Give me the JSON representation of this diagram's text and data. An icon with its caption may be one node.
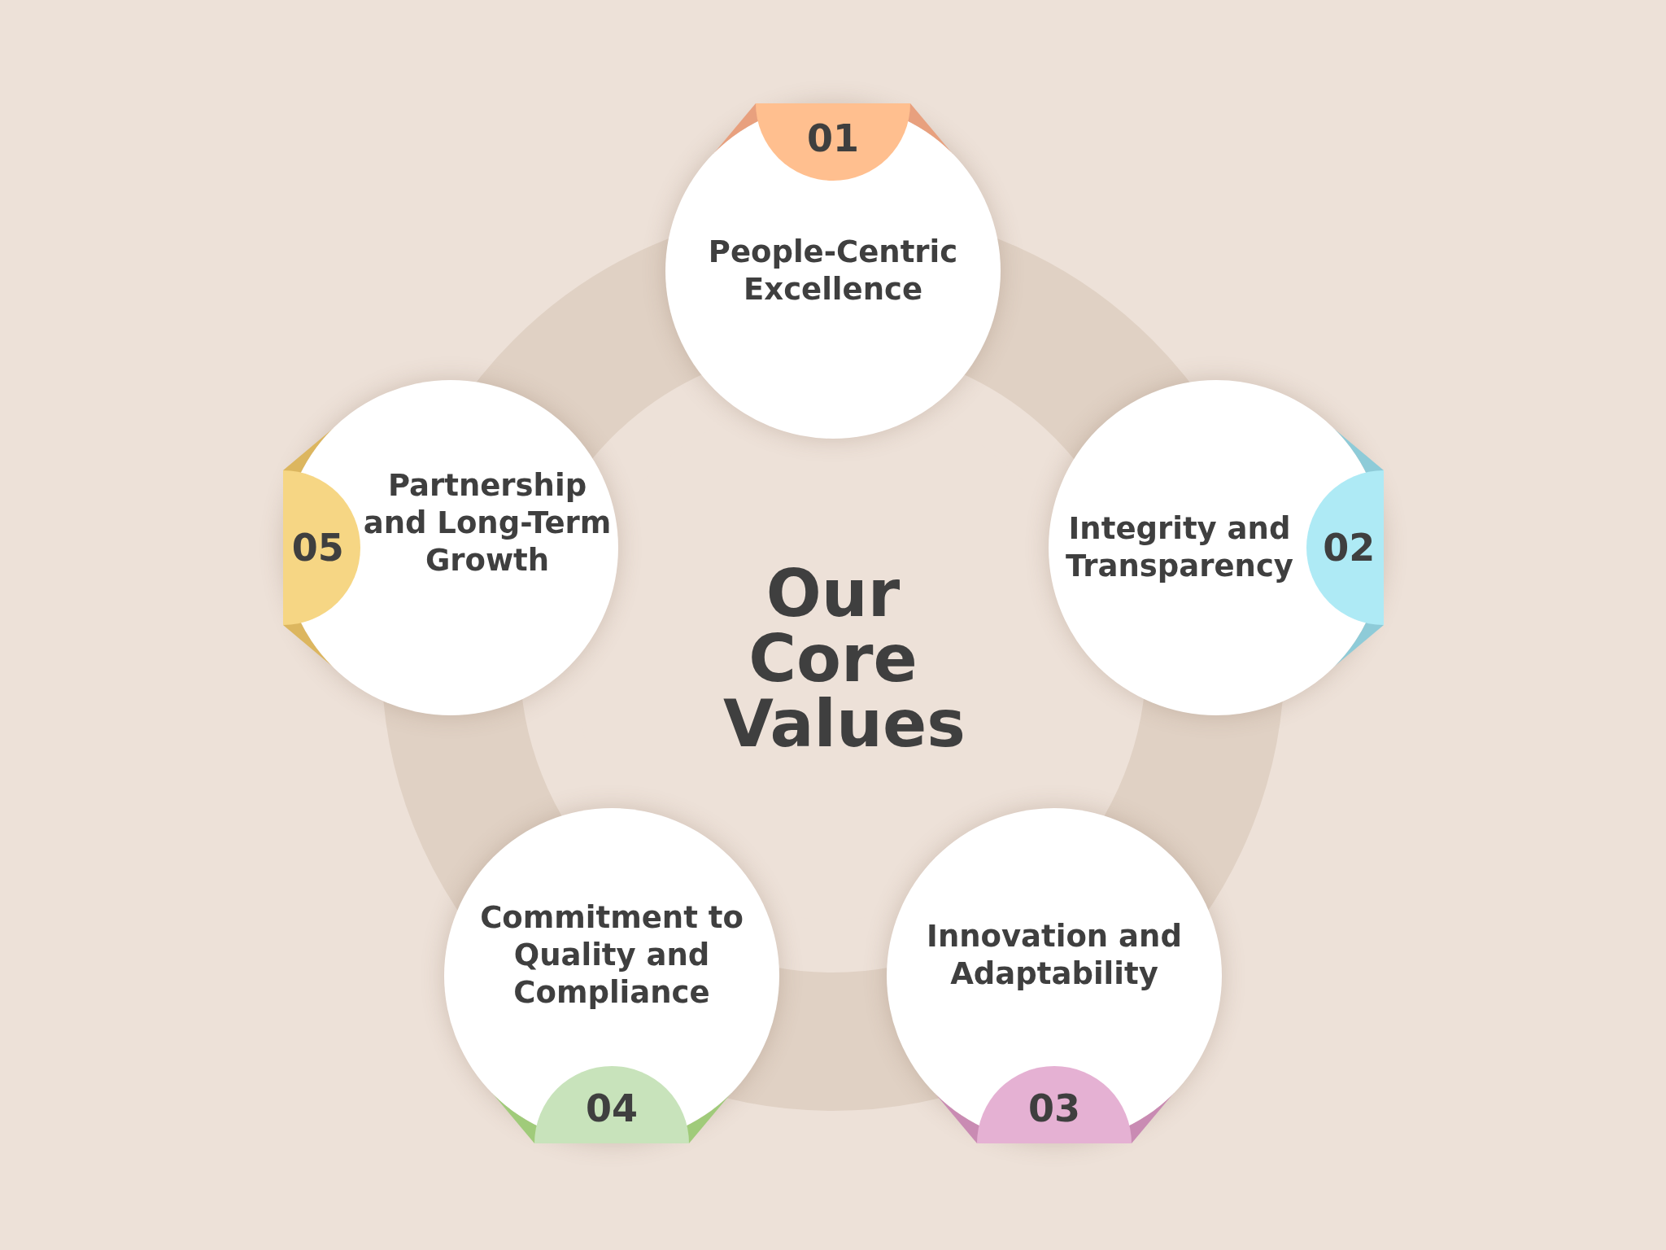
{
  "diagram": {
    "nodes": [
      {
        "text": [
          "Our Core Values"
        ]
      },
      {
        "text": [
          "01"
        ],
        "in": 2
      },
      {
        "text": [
          "People-Centric Excellence"
        ]
      },
      {
        "text": [
          "02"
        ],
        "in": 4
      },
      {
        "text": [
          "Integrity and Transparency"
        ]
      },
      {
        "text": [
          "03"
        ],
        "in": 6
      },
      {
        "text": [
          "Innovation and Adaptability"
        ]
      },
      {
        "text": [
          "04"
        ],
        "in": 8
      },
      {
        "text": [
          "Commitment to Quality and Compliance"
        ]
      },
      {
        "text": [
          "05"
        ],
        "in": 10
      },
      {
        "text": [
          "Partnership and Long-Term Growth"
        ]
      }
    ]
  }
}
